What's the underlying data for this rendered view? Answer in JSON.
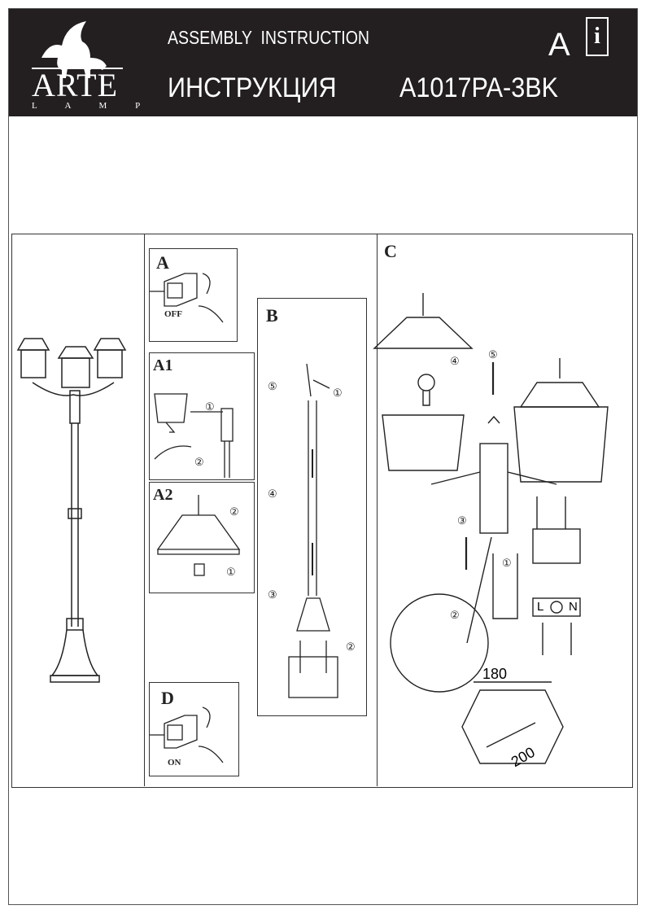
{
  "header": {
    "brand": "ARTE",
    "brand_sub": "L A M P",
    "title_en": "ASSEMBLY  INSTRUCTION",
    "title_ru": "ИНСТРУКЦИЯ",
    "model": "A1017PA-3BK",
    "lang_badge": "A",
    "info_icon_letter": "i"
  },
  "panels": {
    "a": {
      "label": "A",
      "switch_state": "OFF"
    },
    "a1": {
      "label": "A1",
      "steps": [
        "①",
        "②"
      ]
    },
    "a2": {
      "label": "A2",
      "steps": [
        "②",
        "①"
      ]
    },
    "b": {
      "label": "B",
      "steps": [
        "⑤",
        "①",
        "④",
        "③",
        "②"
      ]
    },
    "c": {
      "label": "C",
      "steps": [
        "④",
        "⑤",
        "③",
        "①",
        "②"
      ],
      "dim_width": "180",
      "dim_diag": "200",
      "terminal_L": "L",
      "terminal_N": "N"
    },
    "d": {
      "label": "D",
      "switch_state": "ON"
    }
  }
}
